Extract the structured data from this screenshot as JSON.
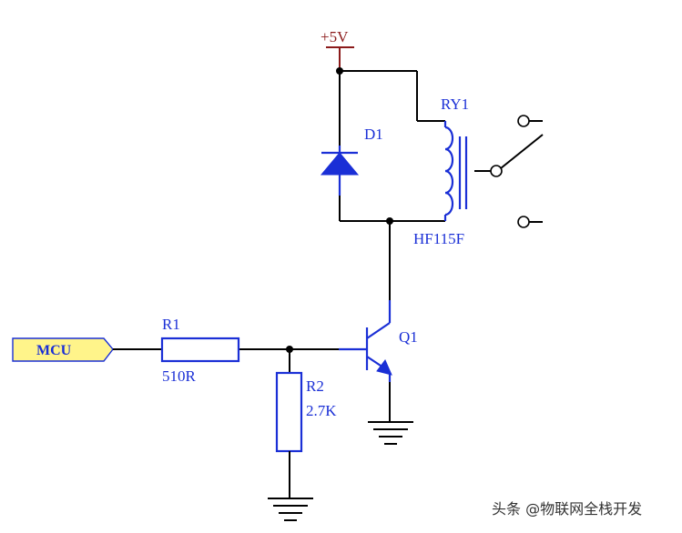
{
  "diagram": {
    "power_label": "+5V",
    "diode_label": "D1",
    "relay_label": "RY1",
    "relay_part": "HF115F",
    "transistor_label": "Q1",
    "r1_label": "R1",
    "r1_value": "510R",
    "r2_label": "R2",
    "r2_value": "2.7K",
    "port_label": "MCU"
  },
  "watermark": "头条 @物联网全栈开发",
  "colors": {
    "wire": "#000000",
    "component": "#1a2fd6",
    "power": "#8b1a1a",
    "port_fill": "#fff48a"
  }
}
